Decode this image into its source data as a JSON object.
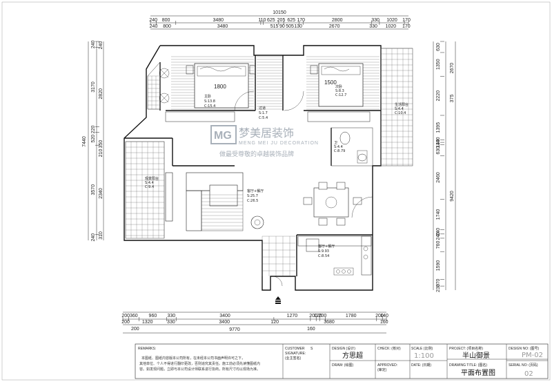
{
  "dimensions": {
    "top_total": "10150",
    "top_row1": [
      "240",
      "800",
      "3480",
      "110",
      "625",
      "205",
      "625",
      "170",
      "2800",
      "330",
      "1020",
      "170"
    ],
    "top_row2": [
      "240",
      "800",
      "3480",
      "515",
      "90",
      "505",
      "130",
      "2670",
      "330",
      "1020",
      "170"
    ],
    "bottom_row1": [
      "200",
      "360",
      "960",
      "330",
      "3400",
      "1270",
      "200",
      "120",
      "200",
      "1780",
      "200",
      "140"
    ],
    "bottom_row2": [
      "200",
      "1320",
      "330",
      "3400",
      "120",
      "3680",
      "160"
    ],
    "bottom_total": "9770",
    "bottom_extra": [
      "200",
      "160"
    ],
    "left_outer": "7440",
    "left_row1": [
      "240",
      "3170",
      "220",
      "520",
      "3570",
      "240"
    ],
    "left_row2": [
      "240",
      "2820",
      "350",
      "210",
      "2340",
      "310"
    ],
    "right_row1": [
      "630",
      "1350",
      "2220",
      "1395",
      "140",
      "140",
      "630",
      "2460",
      "1740",
      "240",
      "240",
      "760",
      "1590",
      "370",
      "230"
    ],
    "right_row2": [
      "2670",
      "375",
      "9420"
    ]
  },
  "rooms": {
    "master_bedroom": {
      "name": "主卧",
      "area": "S:13.8",
      "perimeter": "C:15.4"
    },
    "second_bedroom": {
      "name": "次卧",
      "area": "S:8.3",
      "perimeter": "C:12.7"
    },
    "corridor": {
      "name": "过道",
      "area": "S:1.7",
      "perimeter": "C:5.4"
    },
    "bathroom": {
      "name": "卫",
      "area": "S:4.4",
      "perimeter": "C:8.79"
    },
    "living_balcony": {
      "name": "生活阳台",
      "area": "S:4.4",
      "perimeter": "C:10.4"
    },
    "view_balcony": {
      "name": "观景阳台",
      "area": "S:4.4",
      "perimeter": "C:9.4"
    },
    "living_dining": {
      "name": "客厅+餐厅",
      "area": "S:25.7",
      "perimeter": "C:26.5"
    },
    "kitchen": {
      "name": "客厅+餐厅",
      "area": "S:9.93",
      "perimeter": "C:8.54"
    }
  },
  "bed_sizes": {
    "master": "1800",
    "second": "1500"
  },
  "watermark": {
    "logo": "MG",
    "company_cn": "梦美居装饰",
    "company_en": "MENG MEI JU DECORATION",
    "slogan": "做最受尊敬的卓越装饰品牌"
  },
  "title_block": {
    "remarks_label": "REMARKS:",
    "remarks_text": [
      "本图纸、图纸内容版本公司所有，在未经本公司书面声明许可之下，",
      "其他单位、个人不得进行翻印更改，否则追究其责任。施工前必须先读懂图纸内",
      "容。如发现问题，立即与本公司设计师联系进行协商，所有尺寸均以现场为准。"
    ],
    "customer_label": "CUSTOMER",
    "customer_cn": "S",
    "signature_label": "SIGNATURE:",
    "signature_cn": "(业主签名)",
    "design_label": "DESIGN (设计)",
    "design_value": "方思超",
    "draw_label": "DRAW: (绘图)",
    "check_label": "CHECK: (核对)",
    "approved_label": "APPROVED:",
    "approved_cn": "(审定)",
    "scale_label": "SCALE (比例)",
    "scale_value": "1:100",
    "date_label": "DATE: (日期)",
    "project_label": "PROJECT: (项目名称)",
    "project_value": "半山御景",
    "drawing_title_label": "DRAWING TITLE: (图名)",
    "drawing_title_value": "平面布置图",
    "design_no_label": "DESIGN NO: (图号)",
    "design_no_value": "PM-02",
    "serial_label": "SERIAL NO: (页码)",
    "serial_value": "02"
  }
}
